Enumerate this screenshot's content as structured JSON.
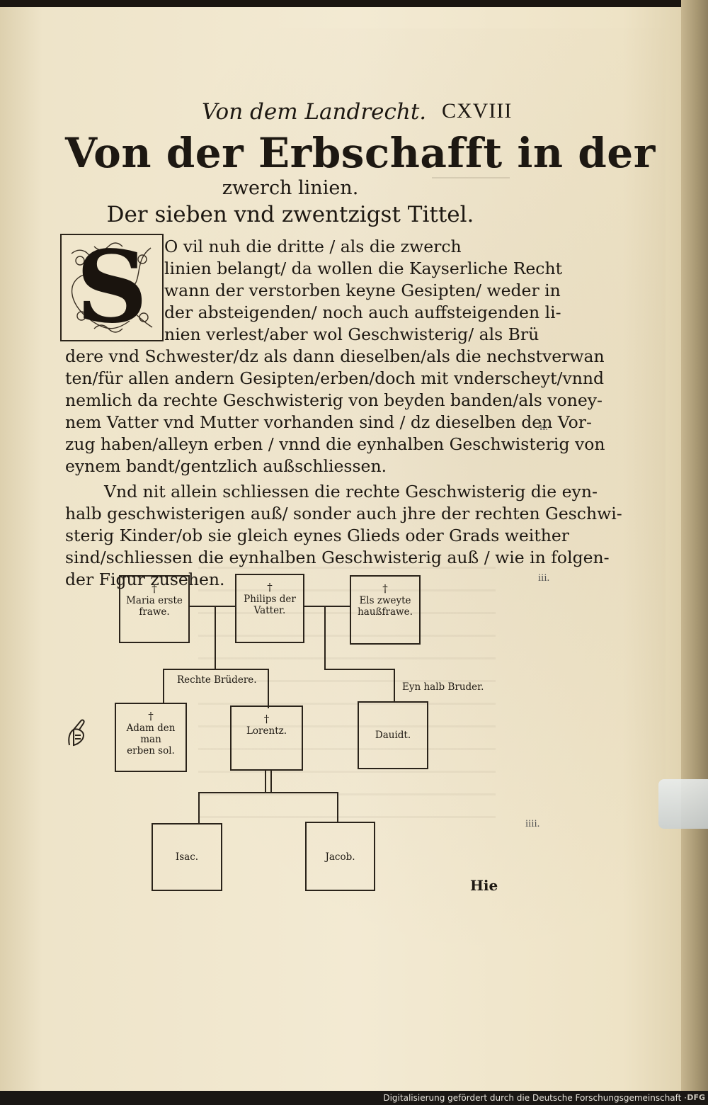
{
  "header": {
    "running_head": "Von dem Landrecht.",
    "folio": "CXVIII"
  },
  "title": {
    "main": "Von der Erbschafft in der",
    "sub": "zwerch linien.",
    "third": "Der sieben vnd zwentzigst Tittel."
  },
  "initial_letter": "S",
  "body_lines": [
    "O vil nuh die dritte / als die zwerch",
    "linien belangt/ da wollen die Kayserliche Recht",
    "wann der verstorben keyne Gesipten/ weder in",
    "der absteigenden/ noch auch auffsteigenden li-",
    "nien verlest/aber wol Geschwisterig/ als Brü",
    "dere vnd Schwester/dz als dann dieselben/als die nechstverwan",
    "ten/für allen andern Gesipten/erben/doch mit vnderscheyt/vnnd",
    "nemlich da rechte Geschwisterig von beyden banden/als voney-",
    "nem Vatter vnd Mutter vorhanden sind / dz dieselben den Vor-",
    "zug haben/alleyn erben / vnnd die eynhalben Geschwisterig von",
    "eynem bandt/gentzlich außschliessen.",
    "Vnd nit allein schliessen die rechte Geschwisterig die eyn-",
    "halb geschwisterigen auß/ sonder auch jhre der rechten Geschwi-",
    "sterig Kinder/ob sie gleich eynes Glieds oder Grads weither",
    "sind/schliessen die eynhalben Geschwisterig auß / wie in folgen-",
    "der Figur zusehen."
  ],
  "diagram": {
    "cross": "†",
    "boxes": {
      "maria": "Maria erste\nfrawe.",
      "philips": "Philips der\nVatter.",
      "els": "Els zweyte\nhaußfrawe.",
      "adam": "Adam den man\nerben sol.",
      "lorentz": "Lorentz.",
      "dauidt": "Dauidt.",
      "isac": "Isac.",
      "jacob": "Jacob."
    },
    "relation_labels": {
      "rechte_brudere": "Rechte Brüdere.",
      "eyn_halb_bruder": "Eyn halb Bruder."
    }
  },
  "catchword": "Hie",
  "margin_numbers": {
    "ii": "ii.",
    "iii": "iii.",
    "iiii": "iiii."
  },
  "footer": {
    "credit": "Digitalisierung gefördert durch die Deutsche Forschungsgemeinschaft ·",
    "logo": "DFG"
  }
}
